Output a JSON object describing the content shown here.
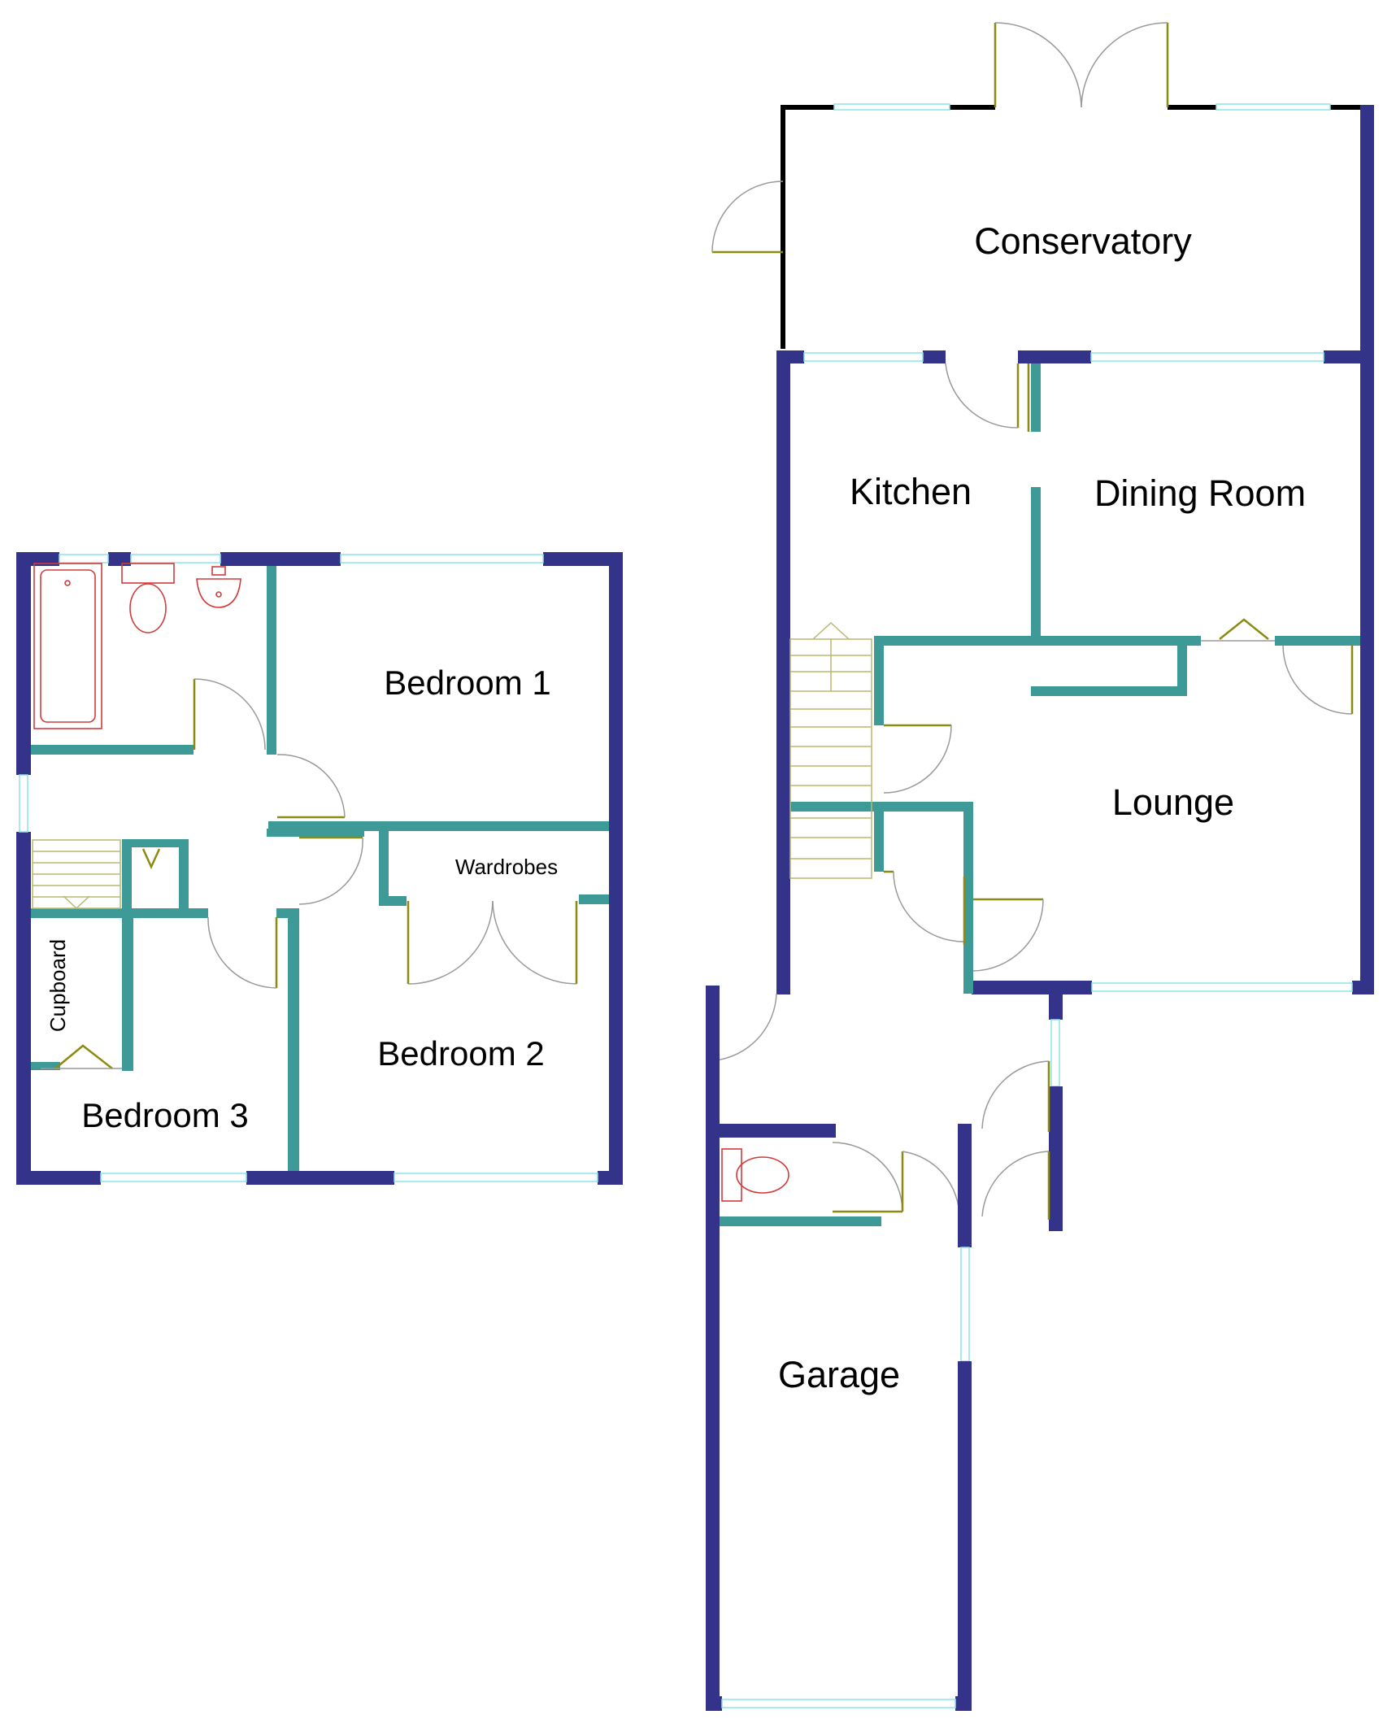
{
  "rooms": {
    "conservatory": "Conservatory",
    "kitchen": "Kitchen",
    "dining_room": "Dining Room",
    "lounge": "Lounge",
    "garage": "Garage",
    "bedroom_1": "Bedroom 1",
    "bedroom_2": "Bedroom 2",
    "bedroom_3": "Bedroom 3",
    "wardrobes": "Wardrobes",
    "cupboard": "Cupboard"
  },
  "colors": {
    "external_wall": "#33338a",
    "internal_wall": "#3d9a96",
    "window": "#6fd6d9",
    "door_leaf": "#8c8a10",
    "fixture": "#d23b3b"
  }
}
